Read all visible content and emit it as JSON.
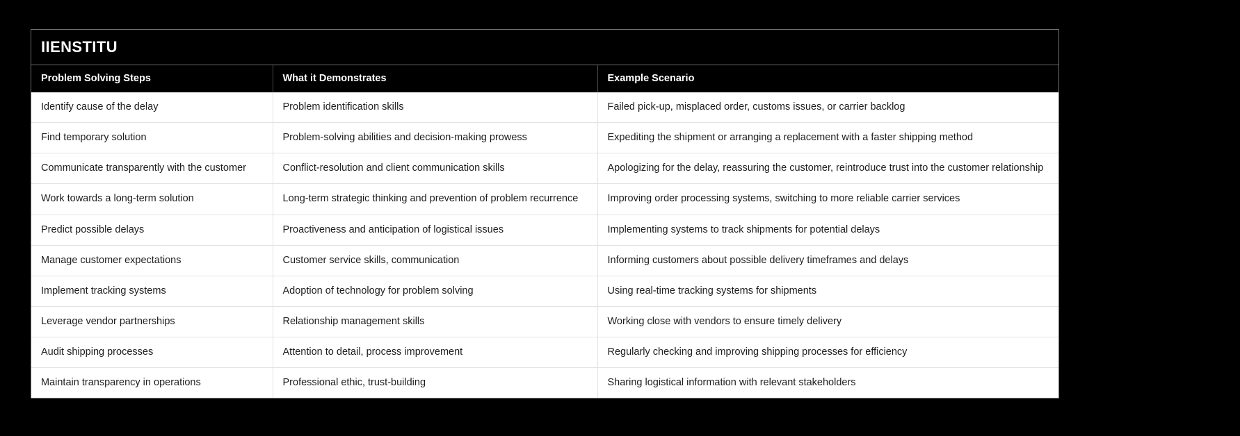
{
  "brand": {
    "logo_text": "IIENSTITU"
  },
  "table": {
    "columns": [
      "Problem Solving Steps",
      "What it Demonstrates",
      "Example Scenario"
    ],
    "rows": [
      {
        "step": "Identify cause of the delay",
        "demonstrates": "Problem identification skills",
        "example": "Failed pick-up, misplaced order, customs issues, or carrier backlog"
      },
      {
        "step": "Find temporary solution",
        "demonstrates": "Problem-solving abilities and decision-making prowess",
        "example": "Expediting the shipment or arranging a replacement with a faster shipping method"
      },
      {
        "step": "Communicate transparently with the customer",
        "demonstrates": "Conflict-resolution and client communication skills",
        "example": "Apologizing for the delay, reassuring the customer, reintroduce trust into the customer relationship"
      },
      {
        "step": "Work towards a long-term solution",
        "demonstrates": "Long-term strategic thinking and prevention of problem recurrence",
        "example": "Improving order processing systems, switching to more reliable carrier services"
      },
      {
        "step": "Predict possible delays",
        "demonstrates": "Proactiveness and anticipation of logistical issues",
        "example": "Implementing systems to track shipments for potential delays"
      },
      {
        "step": "Manage customer expectations",
        "demonstrates": "Customer service skills, communication",
        "example": "Informing customers about possible delivery timeframes and delays"
      },
      {
        "step": "Implement tracking systems",
        "demonstrates": "Adoption of technology for problem solving",
        "example": "Using real-time tracking systems for shipments"
      },
      {
        "step": "Leverage vendor partnerships",
        "demonstrates": "Relationship management skills",
        "example": "Working close with vendors to ensure timely delivery"
      },
      {
        "step": "Audit shipping processes",
        "demonstrates": "Attention to detail, process improvement",
        "example": "Regularly checking and improving shipping processes for efficiency"
      },
      {
        "step": "Maintain transparency in operations",
        "demonstrates": "Professional ethic, trust-building",
        "example": "Sharing logistical information with relevant stakeholders"
      }
    ]
  },
  "colors": {
    "page_background": "#000000",
    "header_background": "#000000",
    "header_text": "#ffffff",
    "body_background": "#ffffff",
    "body_text": "#1d1d1d",
    "row_divider": "#e2e2e2",
    "card_border": "#6f6f6f"
  }
}
